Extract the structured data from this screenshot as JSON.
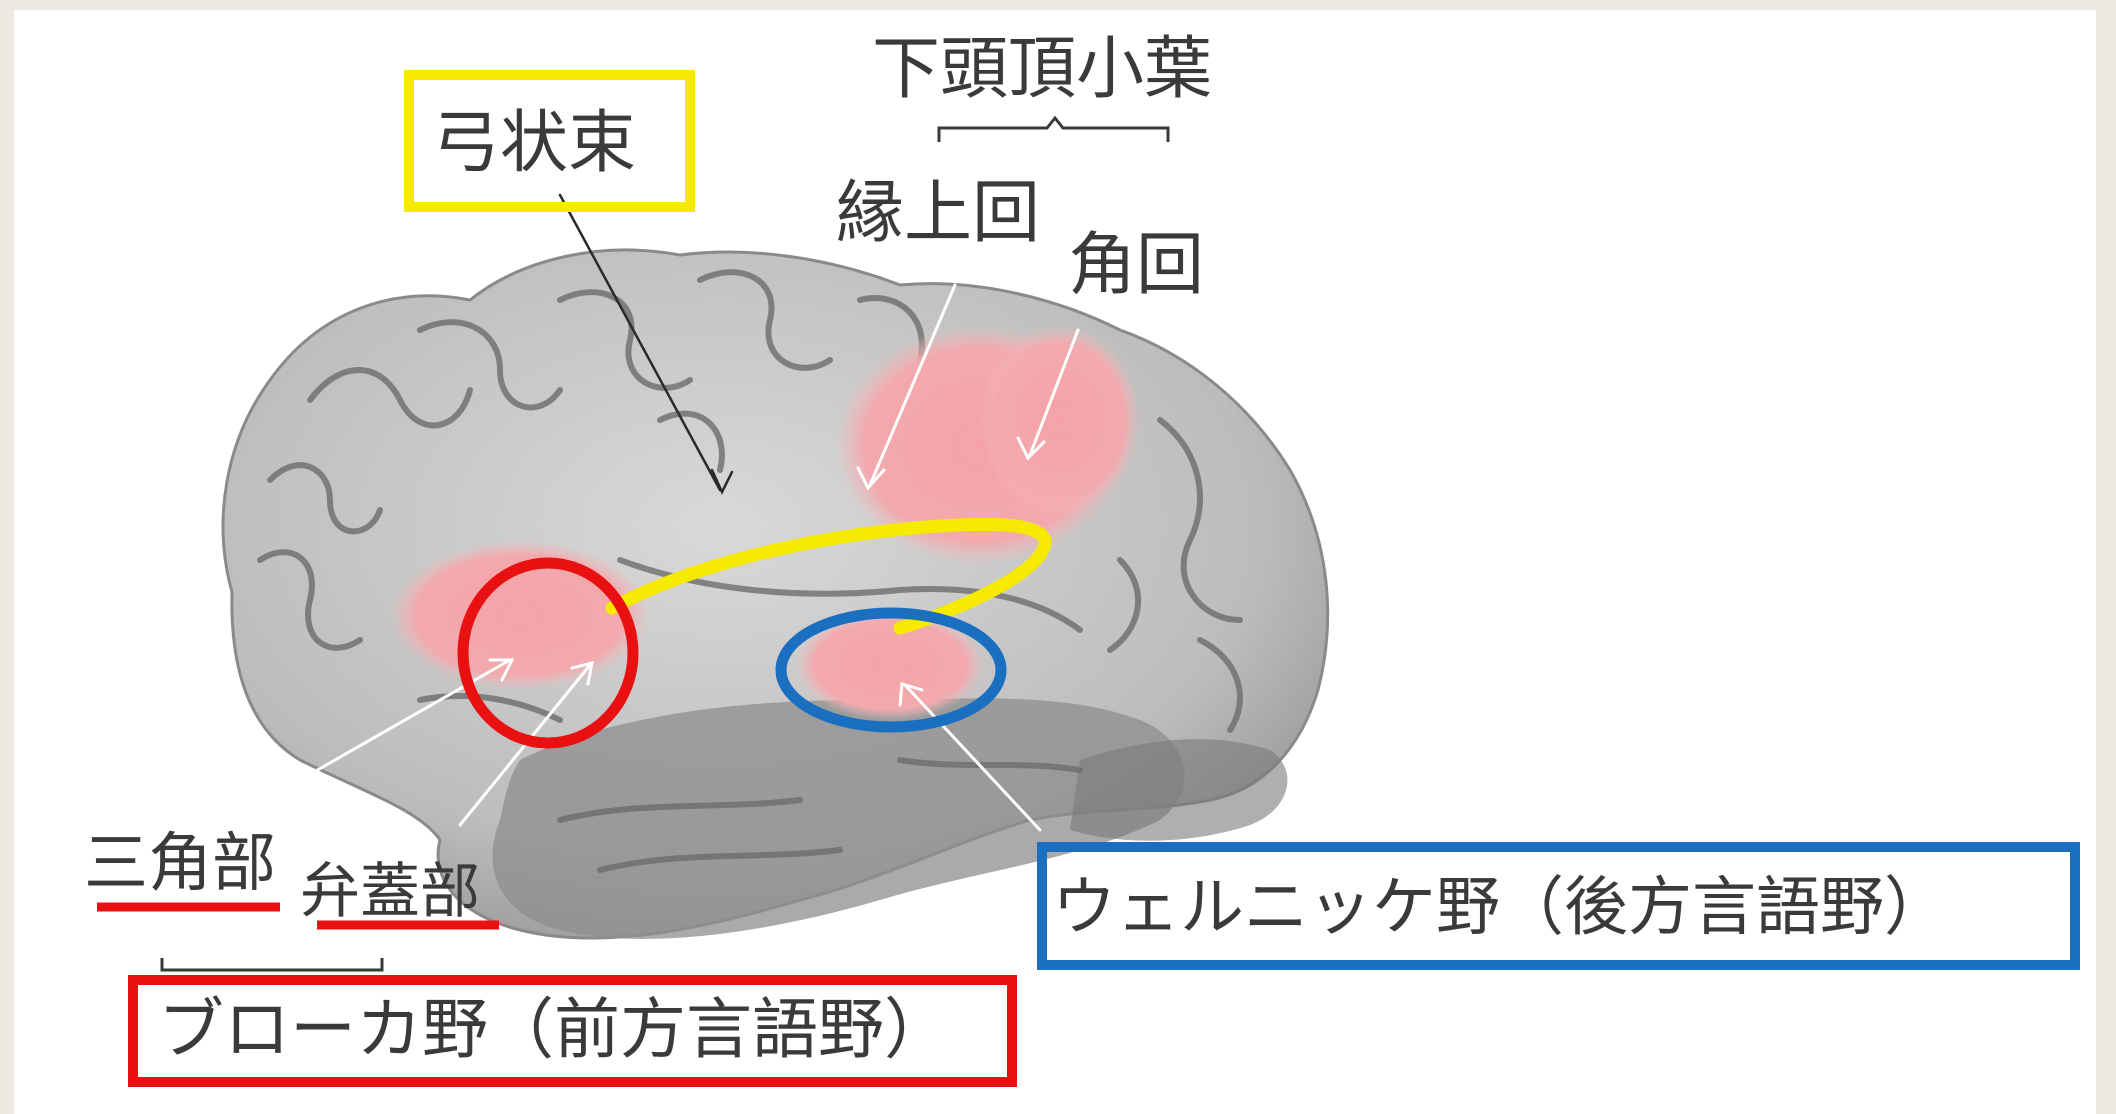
{
  "labels": {
    "inferior_parietal_lobule": "下頭頂小葉",
    "arcuate_fasciculus": "弓状束",
    "supramarginal_gyrus": "縁上回",
    "angular_gyrus": "角回",
    "pars_triangularis": "三角部",
    "pars_opercularis": "弁蓋部",
    "broca_area": "ブローカ野（前方言語野）",
    "wernicke_area": "ウェルニッケ野（後方言語野）"
  },
  "colors": {
    "arcuate_highlight": "#f5ea00",
    "broca_highlight": "#e81010",
    "wernicke_highlight": "#1a6fc0",
    "active_region": "#f4a2a6",
    "cortex": "#bdbdbd",
    "sulcus": "#7a7a7a",
    "text": "#3a3a3a"
  }
}
